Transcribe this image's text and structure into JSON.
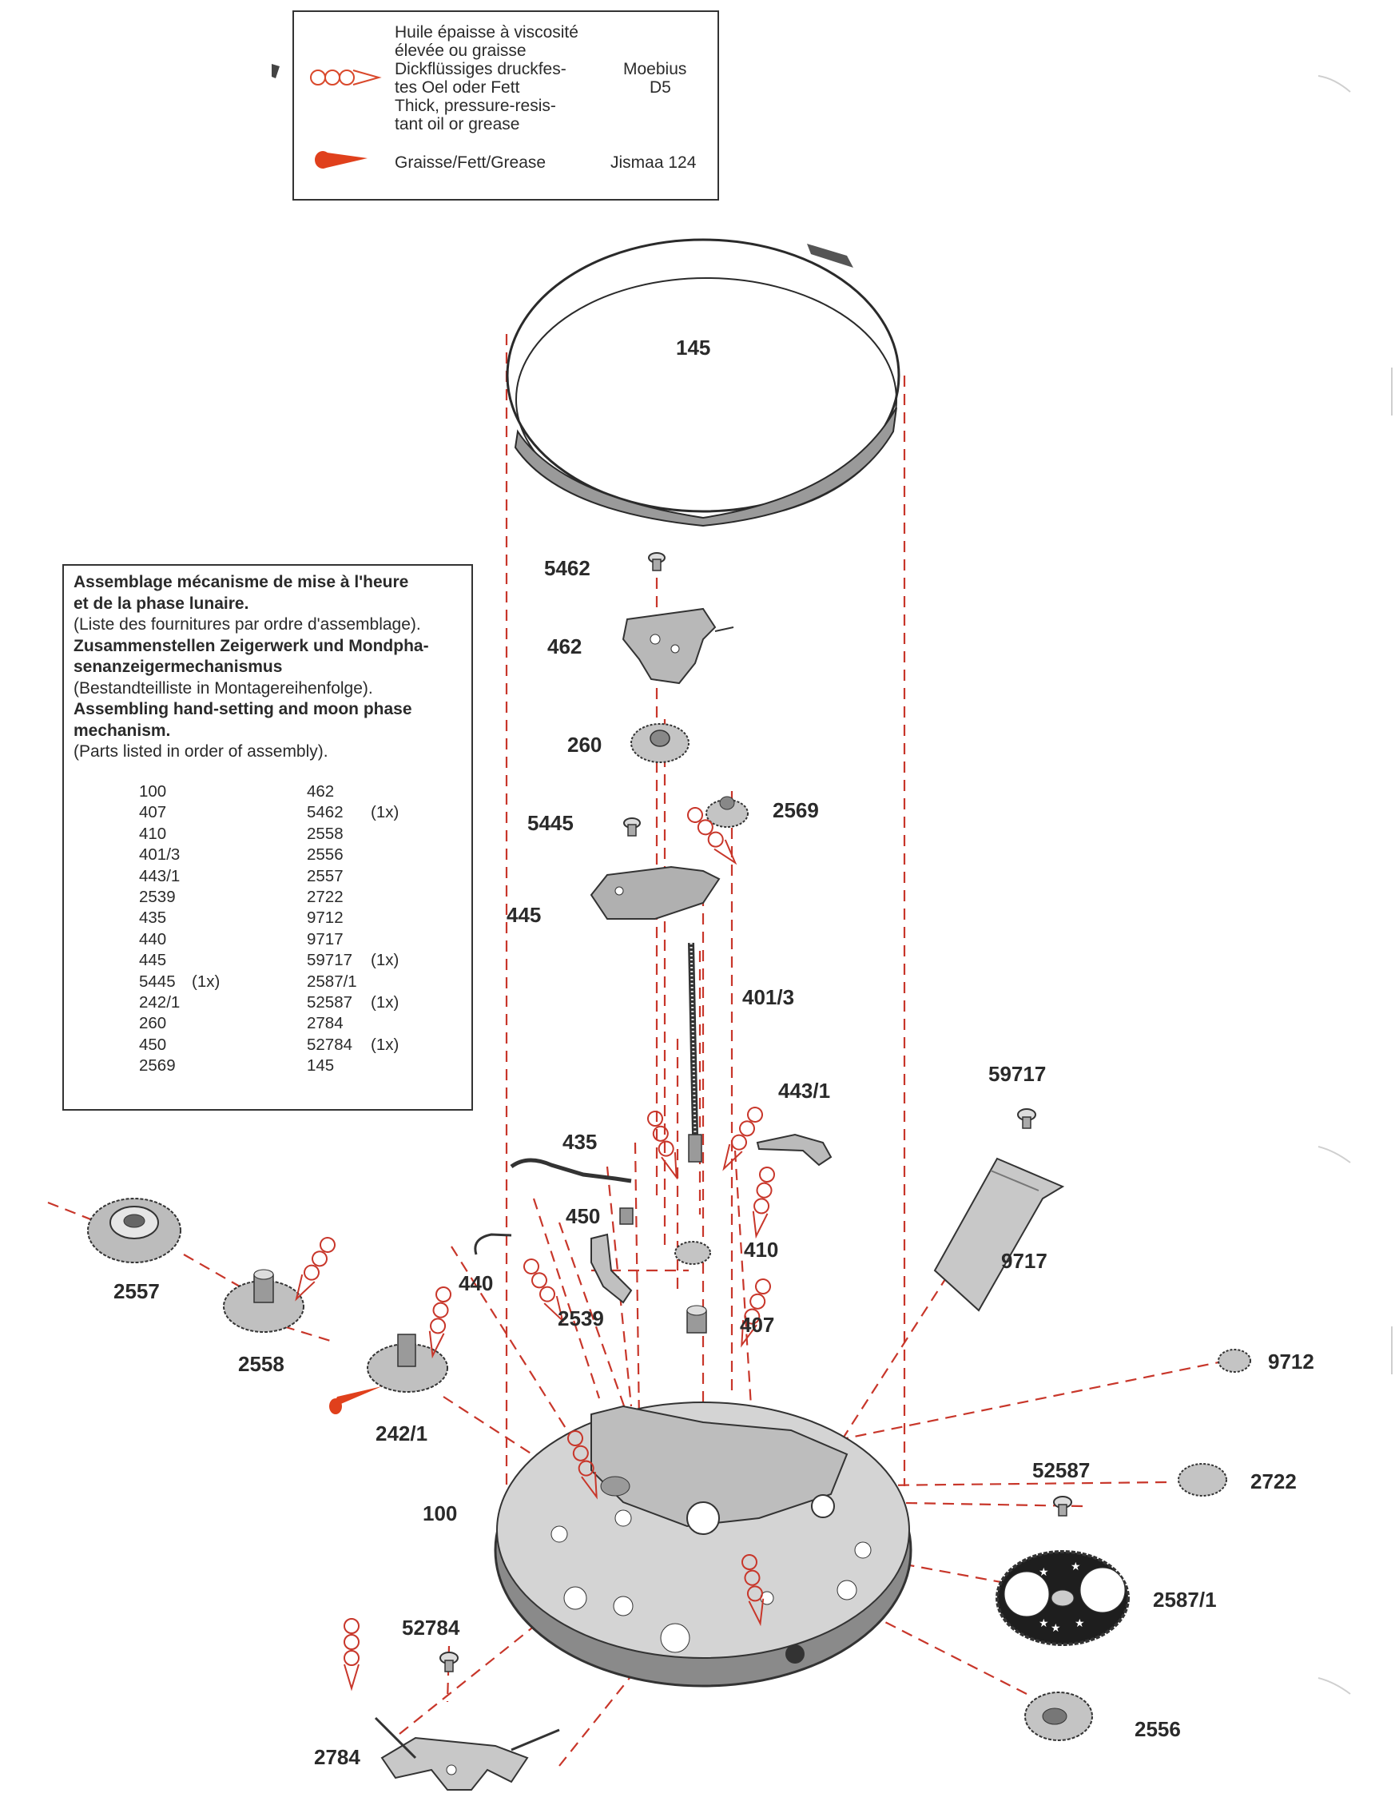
{
  "legend": {
    "rows": [
      {
        "lines": [
          "Huile épaisse à viscosité",
          "élevée ou graisse",
          "Dickflüssiges druckfes-",
          "tes Oel oder Fett",
          "Thick, pressure-resis-",
          "tant oil or grease"
        ],
        "product": [
          "Moebius",
          "D5"
        ],
        "symbol": "oil-drops-outline-icon"
      },
      {
        "lines": [
          "Graisse/Fett/Grease"
        ],
        "product": [
          "Jismaa 124"
        ],
        "symbol": "grease-drop-filled-icon"
      }
    ],
    "colors": {
      "oil": "#d9482b",
      "grease": "#e0401c"
    }
  },
  "assembly": {
    "lines": [
      {
        "text": "Assemblage mécanisme de mise à l'heure",
        "bold": true
      },
      {
        "text": "et de la phase lunaire.",
        "bold": true
      },
      {
        "text": "(Liste des fournitures par ordre d'assemblage).",
        "bold": false
      },
      {
        "text": "Zusammenstellen Zeigerwerk und Mondpha-",
        "bold": true
      },
      {
        "text": "senanzeigermechanismus",
        "bold": true
      },
      {
        "text": "(Bestandteilliste in Montagereihenfolge).",
        "bold": false
      },
      {
        "text": "Assembling hand-setting and moon phase",
        "bold": true
      },
      {
        "text": "mechanism.",
        "bold": true
      },
      {
        "text": "(Parts listed in order of assembly).",
        "bold": false
      }
    ],
    "parts_col1": [
      {
        "part": "100",
        "qty": ""
      },
      {
        "part": "407",
        "qty": ""
      },
      {
        "part": "410",
        "qty": ""
      },
      {
        "part": "401/3",
        "qty": ""
      },
      {
        "part": "443/1",
        "qty": ""
      },
      {
        "part": "2539",
        "qty": ""
      },
      {
        "part": "435",
        "qty": ""
      },
      {
        "part": "440",
        "qty": ""
      },
      {
        "part": "445",
        "qty": ""
      },
      {
        "part": "5445",
        "qty": "(1x)"
      },
      {
        "part": "242/1",
        "qty": ""
      },
      {
        "part": "260",
        "qty": ""
      },
      {
        "part": "450",
        "qty": ""
      },
      {
        "part": "2569",
        "qty": ""
      }
    ],
    "parts_col2": [
      {
        "part": "462",
        "qty": ""
      },
      {
        "part": "5462",
        "qty": "(1x)"
      },
      {
        "part": "2558",
        "qty": ""
      },
      {
        "part": "2556",
        "qty": ""
      },
      {
        "part": "2557",
        "qty": ""
      },
      {
        "part": "2722",
        "qty": ""
      },
      {
        "part": "9712",
        "qty": ""
      },
      {
        "part": "9717",
        "qty": ""
      },
      {
        "part": "59717",
        "qty": "(1x)"
      },
      {
        "part": "2587/1",
        "qty": ""
      },
      {
        "part": "52587",
        "qty": "(1x)"
      },
      {
        "part": "2784",
        "qty": ""
      },
      {
        "part": "52784",
        "qty": "(1x)"
      },
      {
        "part": "145",
        "qty": ""
      }
    ]
  },
  "part_labels": {
    "p145": "145",
    "p5462": "5462",
    "p462": "462",
    "p260": "260",
    "p5445": "5445",
    "p2569": "2569",
    "p445": "445",
    "p401_3": "401/3",
    "p443_1": "443/1",
    "p59717": "59717",
    "p435": "435",
    "p450": "450",
    "p410": "410",
    "p440": "440",
    "p2539": "2539",
    "p407": "407",
    "p9717": "9717",
    "p2557": "2557",
    "p2558": "2558",
    "p242_1": "242/1",
    "p9712": "9712",
    "p52587": "52587",
    "p2722": "2722",
    "p100": "100",
    "p2587_1": "2587/1",
    "p52784": "52784",
    "p2556": "2556",
    "p2784": "2784"
  },
  "colors": {
    "leader": "#c8362a",
    "ink": "#2a2a2a",
    "metal": "#b9b9b9",
    "metal_dark": "#6e6e6e"
  }
}
